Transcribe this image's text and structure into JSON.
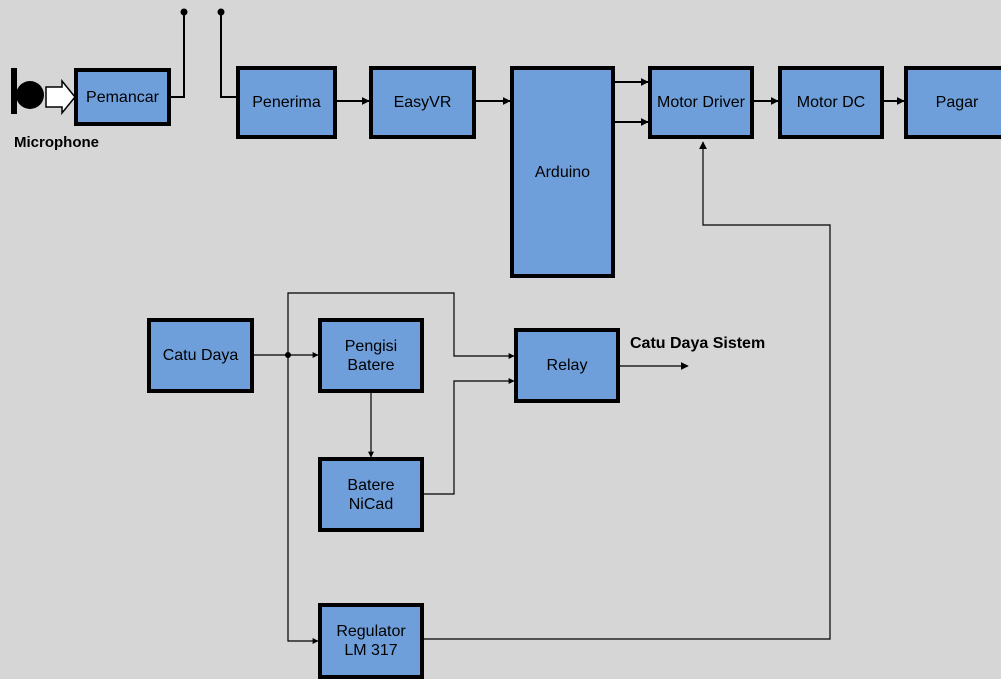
{
  "colors": {
    "background": "#d6d6d6",
    "block_fill": "#6f9fdb",
    "block_border": "#000000",
    "line": "#000000"
  },
  "icons": {
    "microphone": "microphone-icon",
    "antenna": "antenna-icon"
  },
  "blocks": {
    "pemancar": "Pemancar",
    "penerima": "Penerima",
    "easyvr": "EasyVR",
    "arduino": "Arduino",
    "motor_driver": "Motor Driver",
    "motor_dc": "Motor DC",
    "pagar": "Pagar",
    "catu_daya": "Catu Daya",
    "pengisi_batere": "Pengisi\nBatere",
    "relay": "Relay",
    "batere_nicad": "Batere\nNiCad",
    "regulator": "Regulator\nLM 317"
  },
  "labels": {
    "microphone": "Microphone",
    "catu_daya_sistem": "Catu Daya Sistem"
  }
}
